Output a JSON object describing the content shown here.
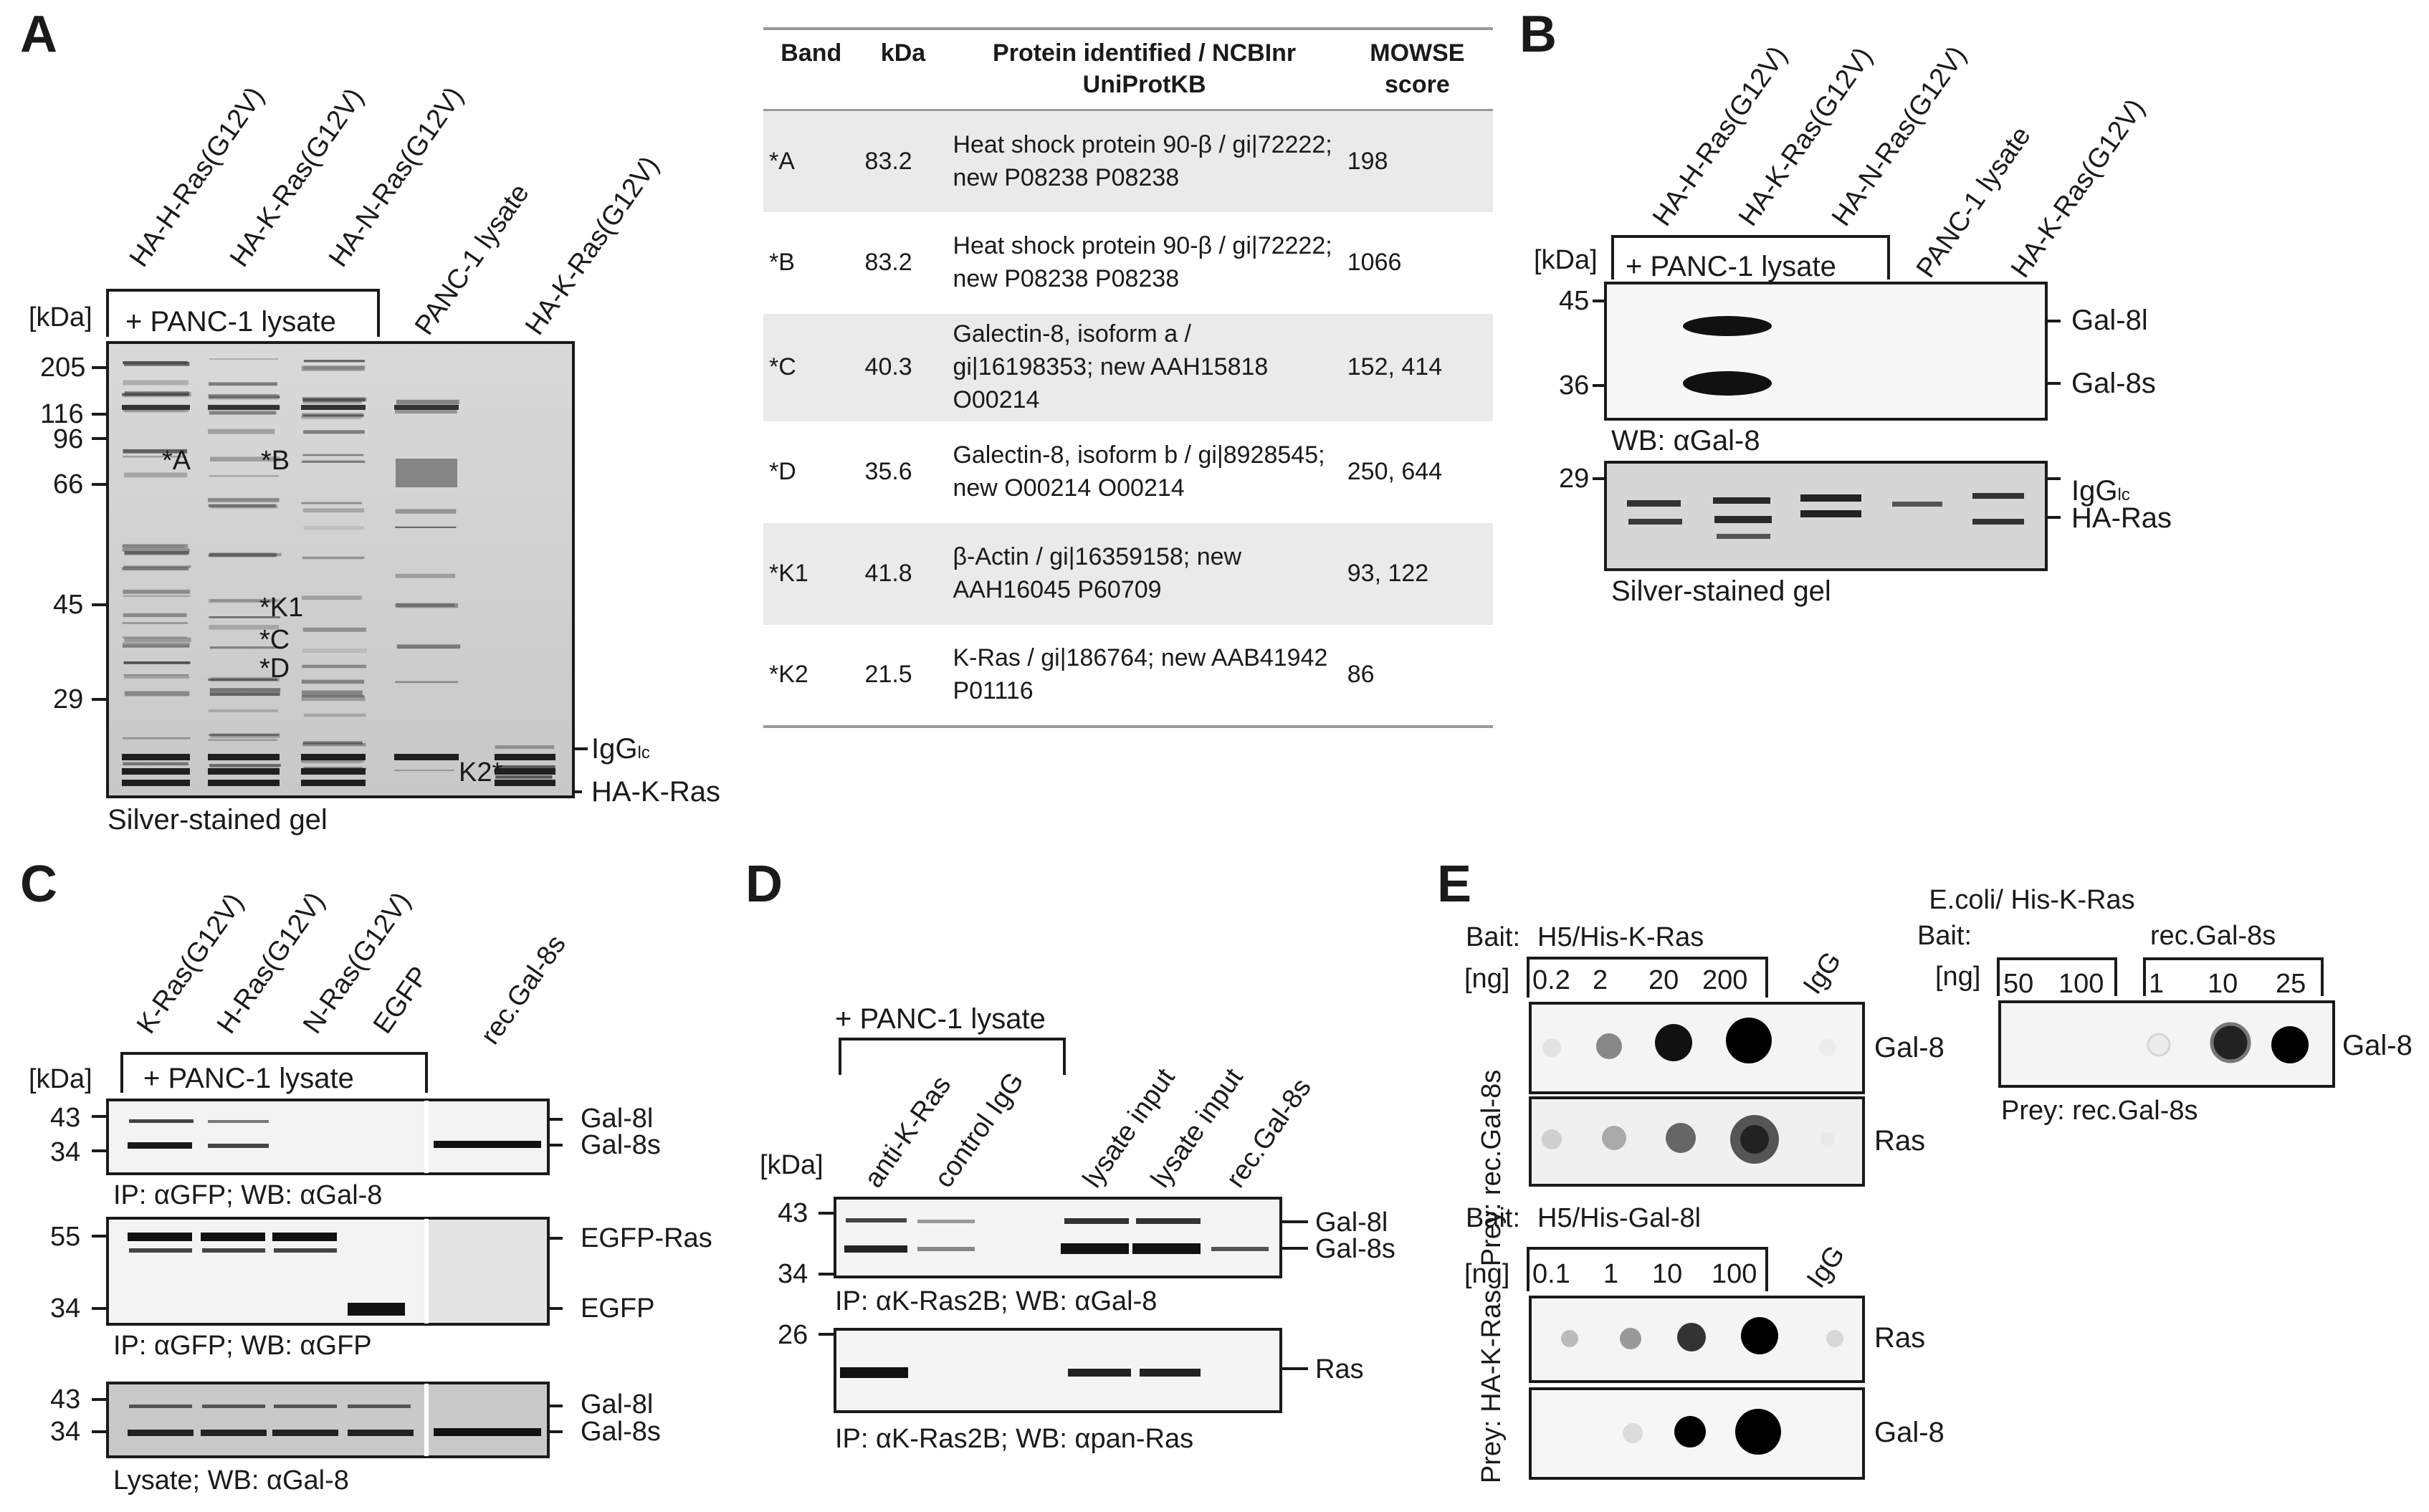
{
  "panels": {
    "A": {
      "letter": "A",
      "lane_labels": [
        "HA-H-Ras(G12V)",
        "HA-K-Ras(G12V)",
        "HA-N-Ras(G12V)",
        "PANC-1 lysate",
        "HA-K-Ras(G12V)"
      ],
      "bracket_label": "+ PANC-1 lysate",
      "unit": "[kDa]",
      "markers": [
        "205",
        "116",
        "96",
        "66",
        "45",
        "29"
      ],
      "band_labels": [
        "*A",
        "*B",
        "*K1",
        "*C",
        "*D",
        "K2*"
      ],
      "right_labels": [
        "IgG",
        "lc",
        "HA-K-Ras"
      ],
      "caption": "Silver-stained gel",
      "table": {
        "headers": [
          "Band",
          "kDa",
          "Protein identified / NCBInr UniProtKB",
          "MOWSE score"
        ],
        "rows": [
          {
            "band": "*A",
            "kda": "83.2",
            "protein": "Heat shock protein 90-β / gi|72222; new P08238 P08238",
            "score": "198"
          },
          {
            "band": "*B",
            "kda": "83.2",
            "protein": "Heat shock protein 90-β / gi|72222; new P08238 P08238",
            "score": "1066"
          },
          {
            "band": "*C",
            "kda": "40.3",
            "protein": "Galectin-8, isoform a / gi|16198353; new AAH15818 O00214",
            "score": "152, 414"
          },
          {
            "band": "*D",
            "kda": "35.6",
            "protein": "Galectin-8, isoform b / gi|8928545; new O00214 O00214",
            "score": "250, 644"
          },
          {
            "band": "*K1",
            "kda": "41.8",
            "protein": "β-Actin / gi|16359158; new AAH16045 P60709",
            "score": "93, 122"
          },
          {
            "band": "*K2",
            "kda": "21.5",
            "protein": "K-Ras / gi|186764; new AAB41942 P01116",
            "score": "86"
          }
        ]
      }
    },
    "B": {
      "letter": "B",
      "lane_labels": [
        "HA-H-Ras(G12V)",
        "HA-K-Ras(G12V)",
        "HA-N-Ras(G12V)",
        "PANC-1 lysate",
        "HA-K-Ras(G12V)"
      ],
      "bracket_label": "+ PANC-1 lysate",
      "unit": "[kDa]",
      "markers": [
        "45",
        "36",
        "29"
      ],
      "right_labels": [
        "Gal-8l",
        "Gal-8s",
        "IgG",
        "lc",
        "HA-Ras"
      ],
      "captions": [
        "WB: αGal-8",
        "Silver-stained gel"
      ]
    },
    "C": {
      "letter": "C",
      "lane_labels": [
        "K-Ras(G12V)",
        "H-Ras(G12V)",
        "N-Ras(G12V)",
        "EGFP",
        "rec.Gal-8s"
      ],
      "bracket_label": "+ PANC-1 lysate",
      "unit": "[kDa]",
      "blots": [
        {
          "markers": [
            "43",
            "34"
          ],
          "right": [
            "Gal-8l",
            "Gal-8s"
          ],
          "caption": "IP: αGFP; WB: αGal-8"
        },
        {
          "markers": [
            "55",
            "34"
          ],
          "right": [
            "EGFP-Ras",
            "EGFP"
          ],
          "caption": "IP: αGFP; WB: αGFP"
        },
        {
          "markers": [
            "43",
            "34"
          ],
          "right": [
            "Gal-8l",
            "Gal-8s"
          ],
          "caption": "Lysate; WB: αGal-8"
        }
      ]
    },
    "D": {
      "letter": "D",
      "bracket_label": "+ PANC-1 lysate",
      "lane_labels": [
        "anti-K-Ras",
        "control IgG",
        "lysate input",
        "lysate input",
        "rec.Gal-8s"
      ],
      "unit": "[kDa]",
      "blots": [
        {
          "markers": [
            "43",
            "34"
          ],
          "right": [
            "Gal-8l",
            "Gal-8s"
          ],
          "caption": "IP: αK-Ras2B; WB: αGal-8"
        },
        {
          "markers": [
            "26"
          ],
          "right": [
            "Ras"
          ],
          "caption": "IP: αK-Ras2B; WB: αpan-Ras"
        }
      ]
    },
    "E": {
      "letter": "E",
      "left": {
        "bait1": {
          "label": "Bait:",
          "name": "H5/His-K-Ras",
          "ng": "[ng]",
          "amounts": [
            "0.2",
            "2",
            "20",
            "200"
          ],
          "igg": "IgG"
        },
        "prey1": "Prey: rec.Gal-8s",
        "rows1": [
          "Gal-8",
          "Ras"
        ],
        "bait2": {
          "label": "Bait:",
          "name": "H5/His-Gal-8l",
          "ng": "[ng]",
          "amounts": [
            "0.1",
            "1",
            "10",
            "100"
          ],
          "igg": "IgG"
        },
        "prey2": "Prey: HA-K-Ras",
        "rows2": [
          "Ras",
          "Gal-8"
        ]
      },
      "right": {
        "bait_label": "Bait:",
        "ng": "[ng]",
        "group1": {
          "name": "E.coli/ His-K-Ras",
          "amounts": [
            "50",
            "100"
          ]
        },
        "group2": {
          "name": "rec.Gal-8s",
          "amounts": [
            "1",
            "10",
            "25"
          ]
        },
        "row": "Gal-8",
        "prey": "Prey: rec.Gal-8s"
      }
    }
  }
}
